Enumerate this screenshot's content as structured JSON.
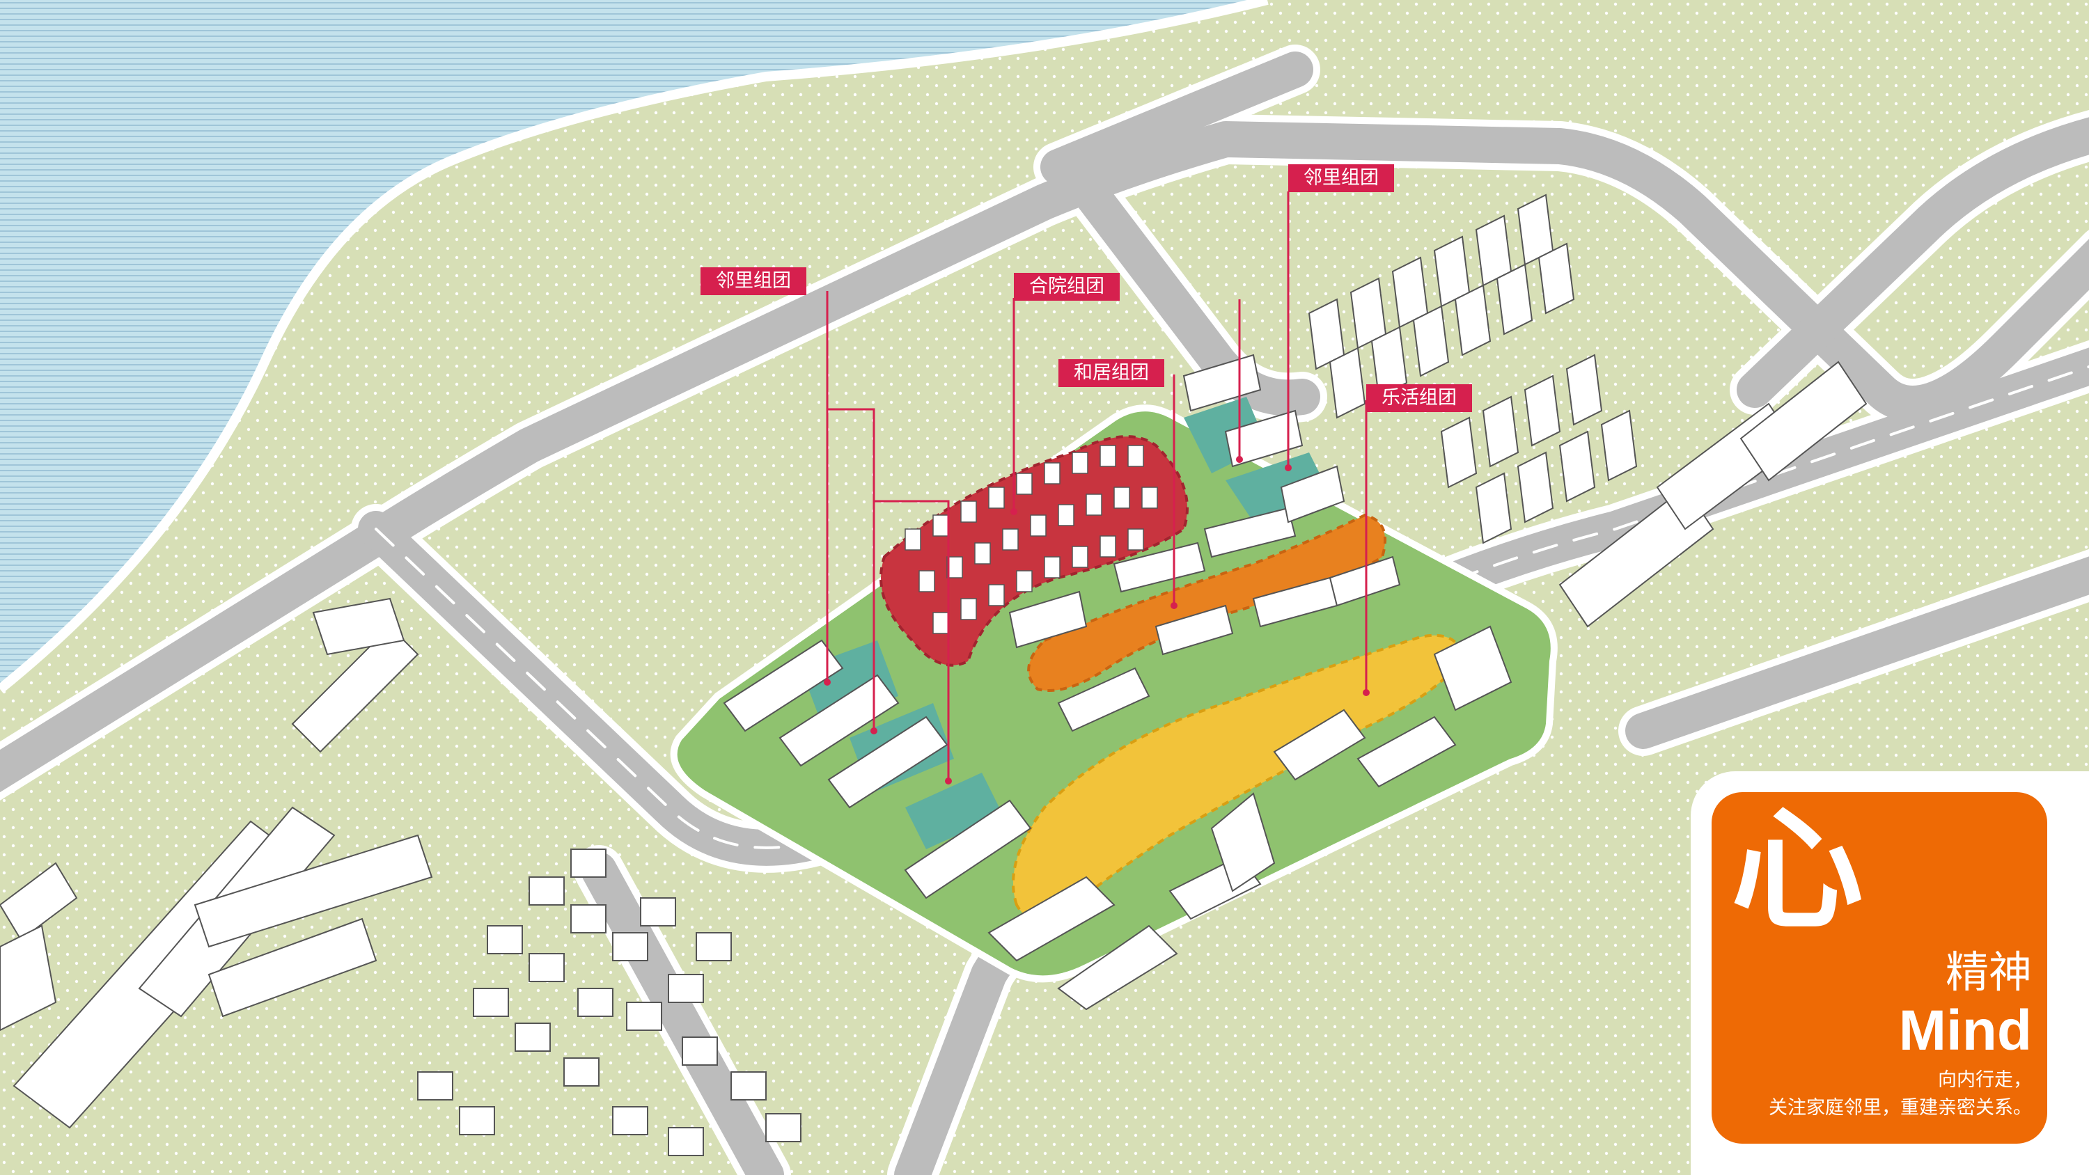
{
  "labels": {
    "neighbor_west": "邻里组团",
    "courtyard": "合院组团",
    "living": "和居组团",
    "neighbor_east": "邻里组团",
    "leisure": "乐活组团"
  },
  "card": {
    "glyph": "心",
    "title_cn": "精神",
    "title_en": "Mind",
    "desc_line1": "向内行走，",
    "desc_line2": "关注家庭邻里，重建亲密关系。"
  },
  "colors": {
    "water": "#bfe0ea",
    "land": "#d6dfb4",
    "site": "#8fc26f",
    "road": "#bdbdbd",
    "courtyard_zone": "#c8343f",
    "living_zone": "#e8811f",
    "leisure_zone": "#f2c33a",
    "neighbor_zone": "#5fb0a0",
    "label_bg": "#d6204e",
    "card_bg": "#ee6a05"
  }
}
